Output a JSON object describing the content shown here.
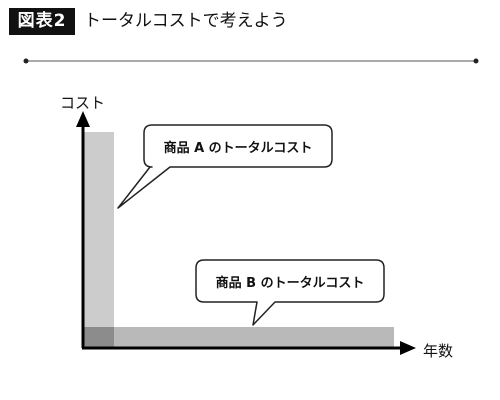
{
  "header": {
    "badge": "図表2",
    "title": "トータルコストで考えよう"
  },
  "diagram": {
    "y_axis_label": "コスト",
    "x_axis_label": "年数",
    "callout_a": "商品 A のトータルコスト",
    "callout_b": "商品 B のトータルコスト",
    "colors": {
      "product_a_bar": "#cccccc",
      "product_b_bar": "#b9b9b9",
      "overlap": "#8c8c8c",
      "divider_line": "#555555"
    }
  }
}
